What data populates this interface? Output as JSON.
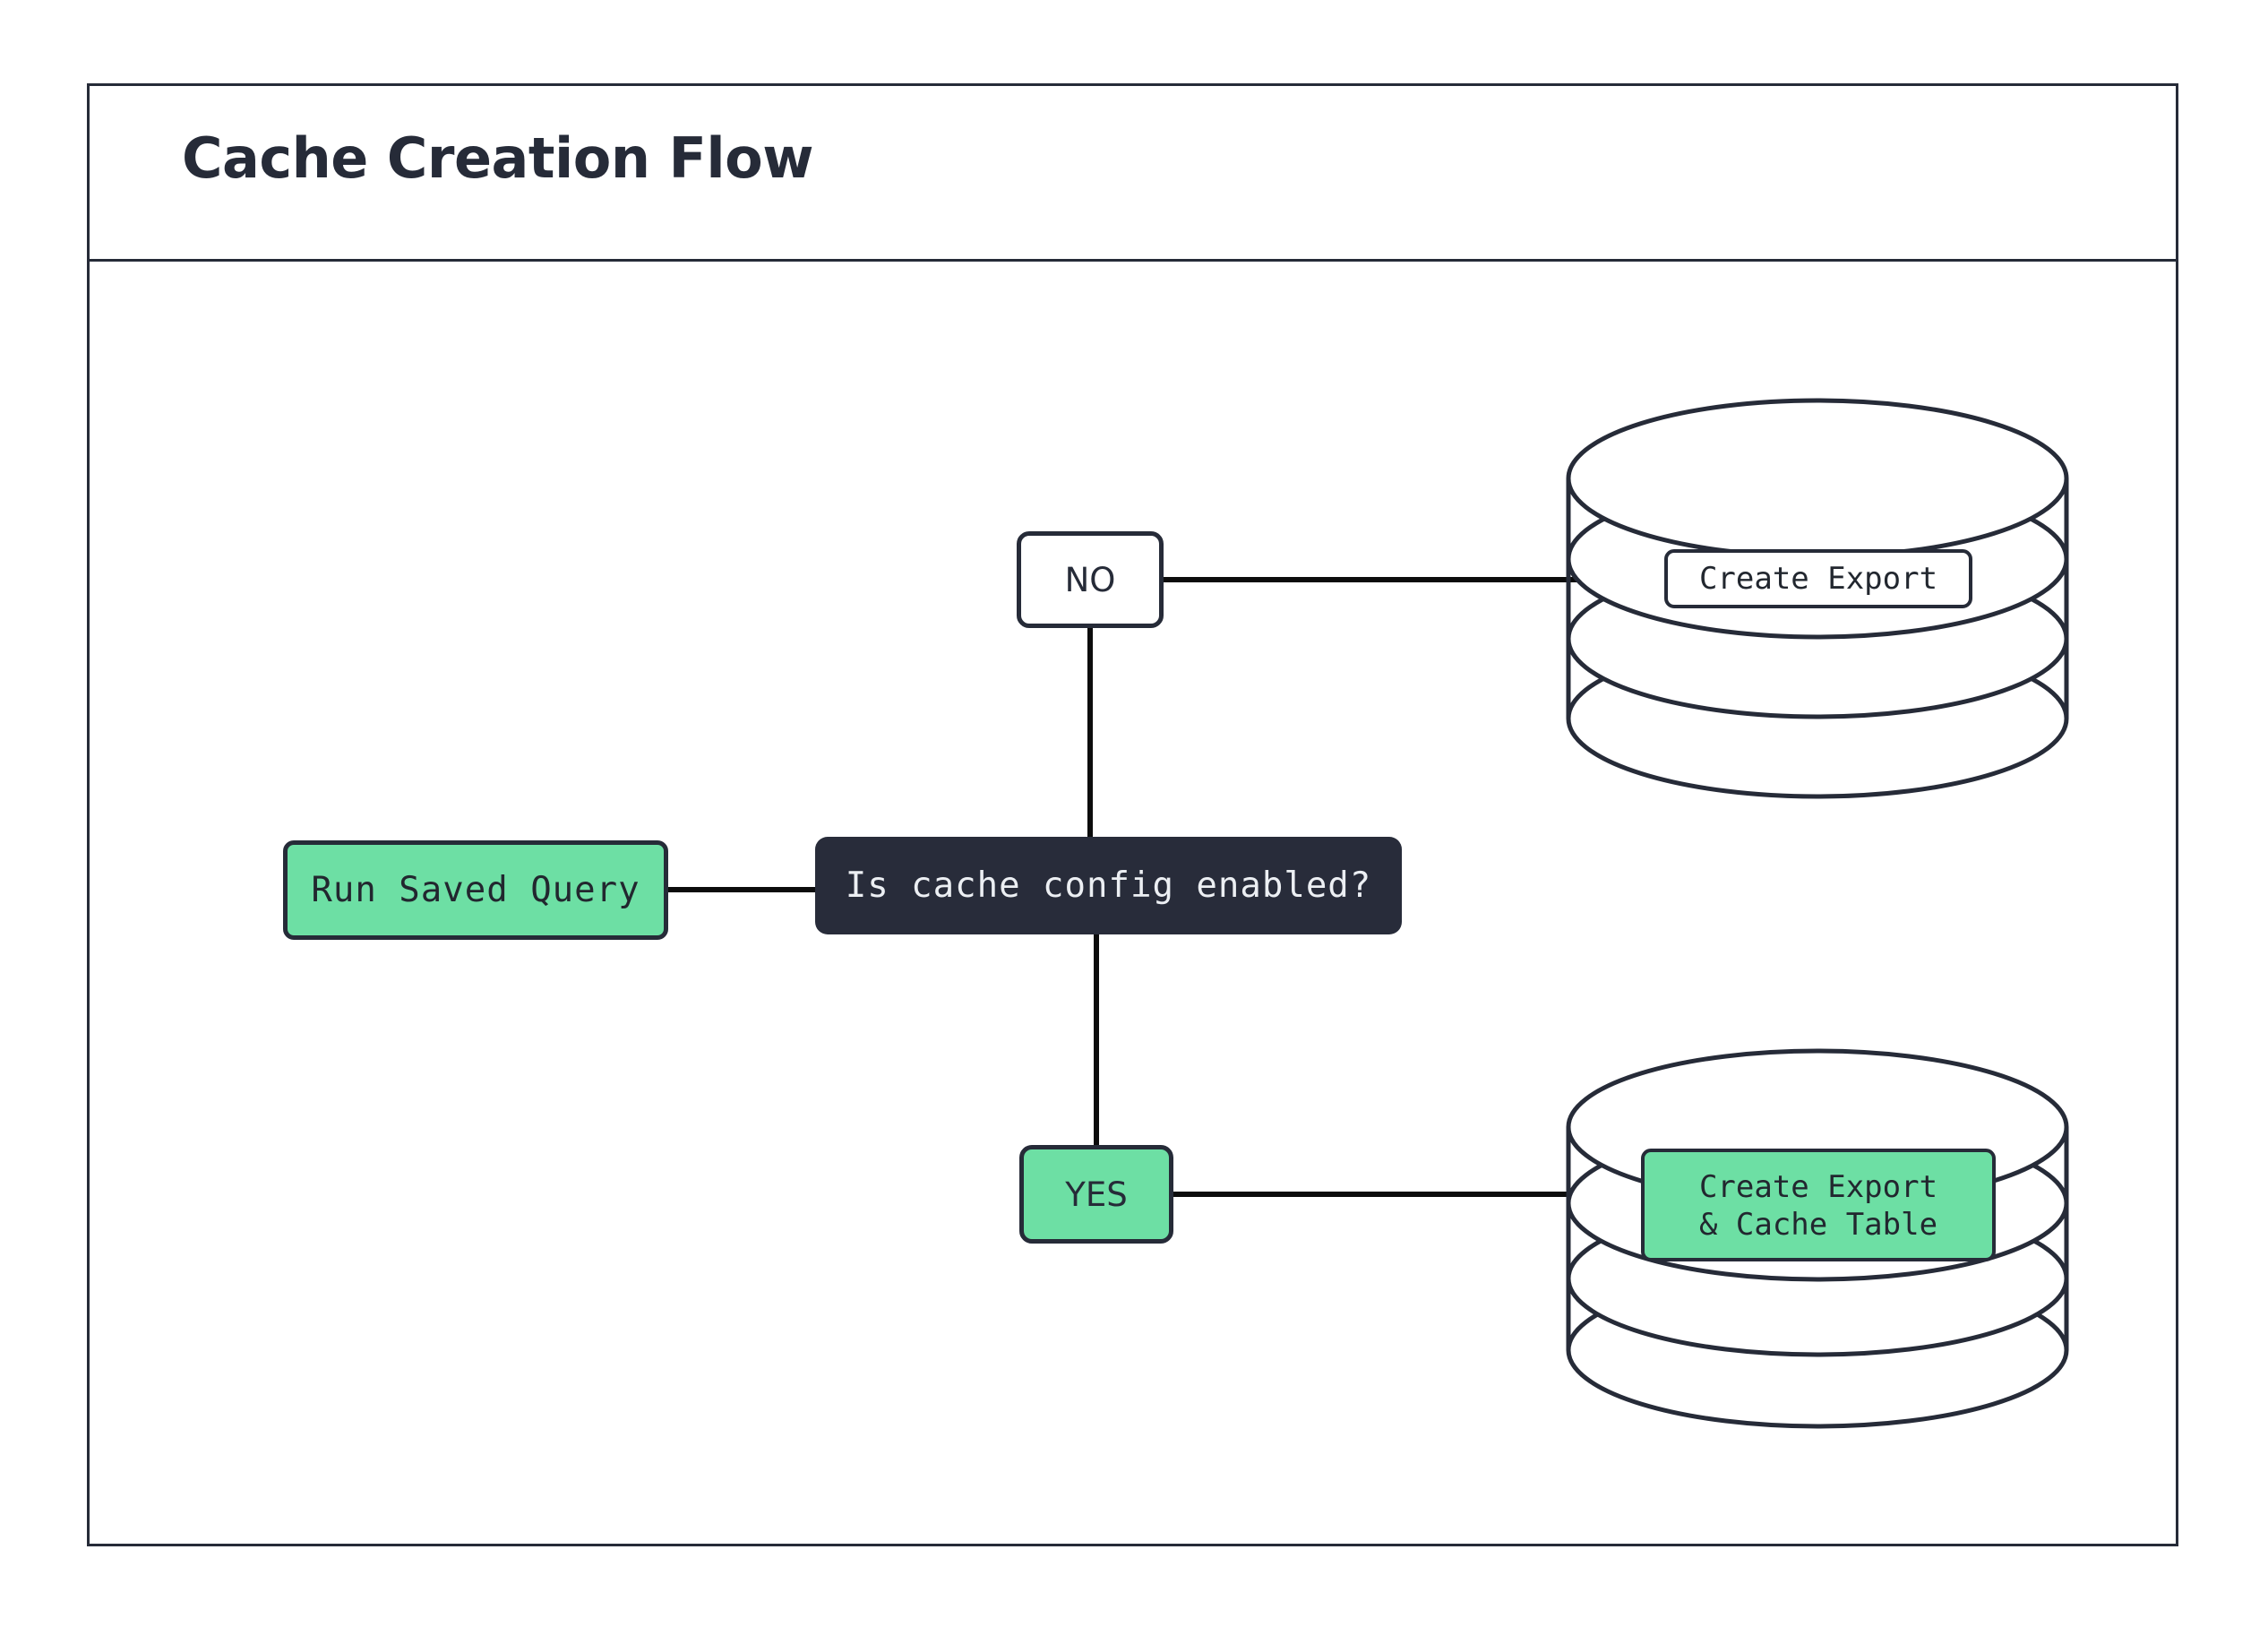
{
  "title": "Cache Creation Flow",
  "colors": {
    "ink": "#262b38",
    "dark_node_bg": "#282c3a",
    "dark_node_text": "#eceff3",
    "accent_green": "#6ddfa4",
    "page_bg": "#ffffff"
  },
  "nodes": {
    "start": {
      "label": "Run Saved Query",
      "shape": "rounded-rect",
      "fill": "#6ddfa4"
    },
    "decision": {
      "label": "Is cache config enabled?",
      "shape": "rounded-rect",
      "fill": "#282c3a"
    },
    "branch_no": {
      "label": "NO",
      "shape": "rounded-rect",
      "fill": "#ffffff"
    },
    "branch_yes": {
      "label": "YES",
      "shape": "rounded-rect",
      "fill": "#6ddfa4"
    },
    "db_export": {
      "shape": "database-cylinder",
      "label": "Create Export",
      "label_fill": "#ffffff"
    },
    "db_export_cache": {
      "shape": "database-cylinder",
      "label_line1": "Create Export",
      "label_line2": "& Cache Table",
      "label_fill": "#6ddfa4"
    }
  },
  "edges": [
    {
      "from": "start",
      "to": "decision",
      "label": ""
    },
    {
      "from": "decision",
      "to": "branch_no",
      "label": ""
    },
    {
      "from": "branch_no",
      "to": "db_export",
      "label": ""
    },
    {
      "from": "decision",
      "to": "branch_yes",
      "label": ""
    },
    {
      "from": "branch_yes",
      "to": "db_export_cache",
      "label": ""
    }
  ]
}
